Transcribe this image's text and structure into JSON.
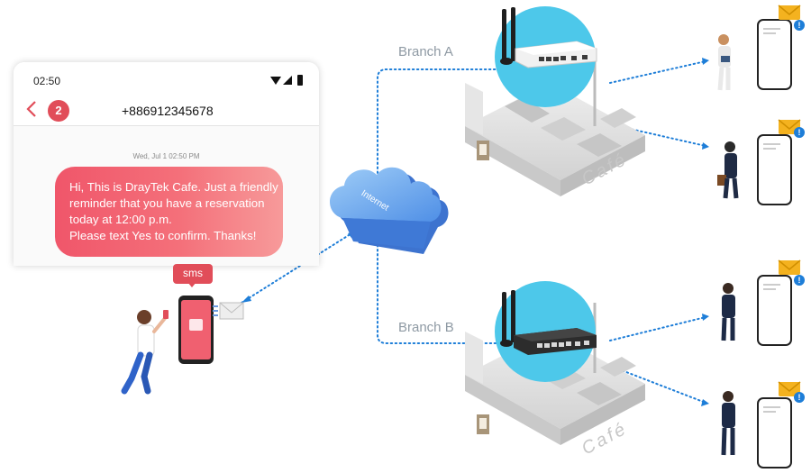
{
  "phone": {
    "time": "02:50",
    "badge_count": "2",
    "contact": "+886912345678",
    "message_date": "Wed, Jul 1 02:50 PM",
    "message_lines": [
      "Hi, This is DrayTek Cafe. Just a friendly",
      "reminder that you have a reservation",
      "today at 12:00 p.m.",
      "Please text Yes to confirm. Thanks!"
    ]
  },
  "labels": {
    "branch_a": "Branch A",
    "branch_b": "Branch B",
    "internet": "Internet",
    "sms": "sms",
    "cafe": "Café"
  },
  "icons": [
    "signal-icon",
    "battery-icon",
    "back-chevron-icon",
    "envelope-icon",
    "notification-icon",
    "router-icon",
    "cloud-icon"
  ],
  "colors": {
    "accent_red": "#e14d59",
    "bubble_start": "#f0566a",
    "bubble_end": "#f79a9a",
    "router_circle": "#4dc8ea",
    "dotted_line": "#1e7ed8",
    "cloud": "#7ab6f0"
  }
}
